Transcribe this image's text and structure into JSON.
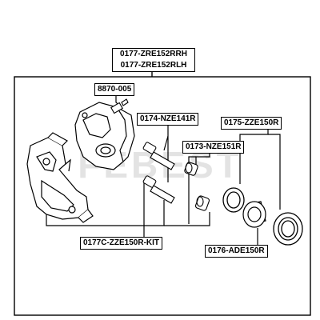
{
  "header": {
    "title_line_1": "0177-ZRE152RRH",
    "title_line_2": "0177-ZRE152RLH"
  },
  "labels": {
    "bleeder": "8870-005",
    "pin_kit": "0174-NZE141R",
    "seal_kit": "0175-ZZE150R",
    "boot_kit": "0173-NZE151R",
    "repair_kit": "0177C-ZZE150R-KIT",
    "piston": "0176-ADE150R"
  },
  "watermark": "FEBEST",
  "colors": {
    "line": "#000000",
    "background": "#ffffff",
    "watermark": "#d9d9d9"
  }
}
